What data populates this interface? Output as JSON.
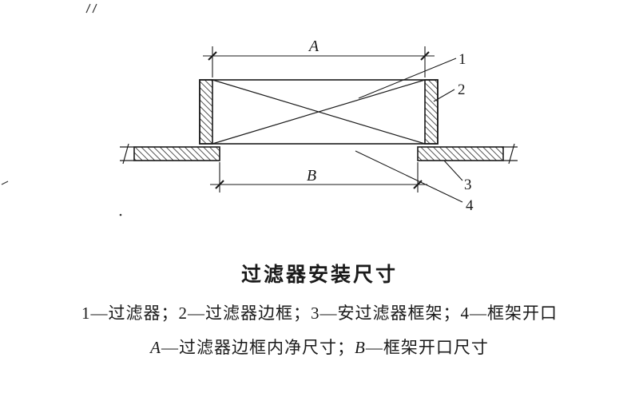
{
  "diagram": {
    "dim_a_label": "A",
    "dim_b_label": "B",
    "callout_1": "1",
    "callout_2": "2",
    "callout_3": "3",
    "callout_4": "4"
  },
  "caption": {
    "title": "过滤器安装尺寸",
    "legend_line1": "1—过滤器；2—过滤器边框；3—安过滤器框架；4—框架开口",
    "legend_line2": {
      "a_label": "A",
      "a_text": "—过滤器边框内净尺寸；",
      "b_label": "B",
      "b_text": "—框架开口尺寸"
    }
  },
  "colors": {
    "ink": "#1a1a1a",
    "paper": "#ffffff"
  }
}
